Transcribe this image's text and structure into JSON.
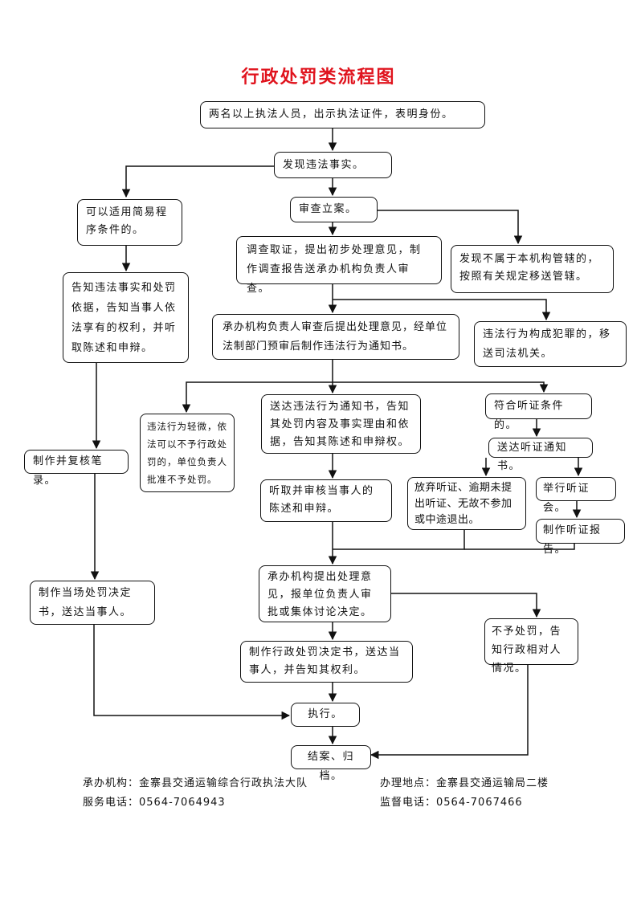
{
  "title": "行政处罚类流程图",
  "nodes": {
    "identity": "两名以上执法人员，出示执法证件，表明身份。",
    "discover": "发现违法事实。",
    "simple": "可以适用简易程序条件的。",
    "file_case": "审查立案。",
    "investigate": "调查取证，提出初步处理意见，制作调查报告送承办机构负责人审查。",
    "not_jurisdiction": "发现不属于本机构管辖的，按照有关规定移送管辖。",
    "inform_simple": "告知违法事实和处罚依据，告知当事人依法享有的权利，并听取陈述和申辩。",
    "review": "承办机构负责人审查后提出处理意见，经单位法制部门预审后制作违法行为通知书。",
    "crime": "违法行为构成犯罪的，移送司法机关。",
    "minor": "违法行为轻微，依法可以不予行政处罚的，单位负责人批准不予处罚。",
    "deliver_notice": "送达违法行为通知书，告知其处罚内容及事实理由和依据，告知其陈述和申辩权。",
    "hearing_eligible": "符合听证条件的。",
    "hearing_notice": "送达听证通知书。",
    "record": "制作并复核笔录。",
    "listen": "听取并审核当事人的陈述和申辩。",
    "waive": "放弃听证、逾期未提出听证、无故不参加或中途退出。",
    "hold_hearing": "举行听证会。",
    "hearing_report": "制作听证报告。",
    "onsite_decision": "制作当场处罚决定书，送达当事人。",
    "propose": "承办机构提出处理意见，报单位负责人审批或集体讨论决定。",
    "no_penalty": "不予处罚，告知行政相对人情况。",
    "decision": "制作行政处罚决定书，送达当事人，并告知其权利。",
    "execute": "执行。",
    "close": "结案、归档。"
  },
  "footer": {
    "org": "承办机构：金寨县交通运输综合行政执法大队",
    "address": "办理地点：金寨县交通运输局二楼",
    "service_phone": "服务电话：0564-7064943",
    "supervise_phone": "监督电话：0564-7067466"
  }
}
